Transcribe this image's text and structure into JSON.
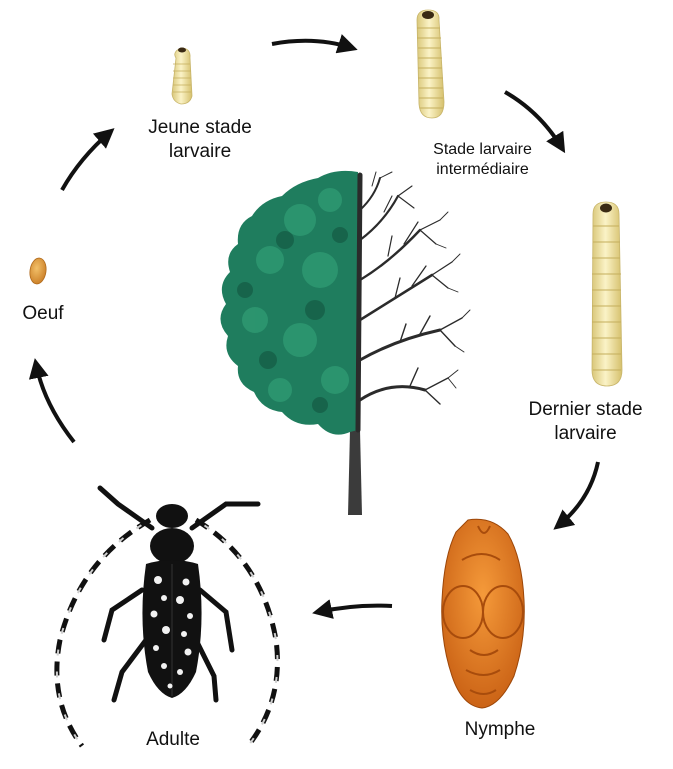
{
  "stages": {
    "young_larva": {
      "line1": "Jeune stade",
      "line2": "larvaire"
    },
    "mid_larva": {
      "line1": "Stade larvaire",
      "line2": "intermédiaire"
    },
    "egg": {
      "label": "Oeuf"
    },
    "last_larva": {
      "line1": "Dernier stade",
      "line2": "larvaire"
    },
    "pupa": {
      "label": "Nymphe"
    },
    "adult": {
      "label": "Adulte"
    }
  },
  "colors": {
    "larva_body": "#f3e6a2",
    "larva_head": "#3a2a14",
    "egg": "#d9963a",
    "pupa": "#e07a1f",
    "tree_foliage": "#1f7d5e",
    "tree_branches": "#2b2b2b",
    "beetle": "#111111",
    "arrow": "#111111"
  },
  "icons": {
    "arrows": "curved-arrow",
    "tree": "half-leafy-half-bare-tree",
    "beetle": "longhorn-beetle"
  }
}
